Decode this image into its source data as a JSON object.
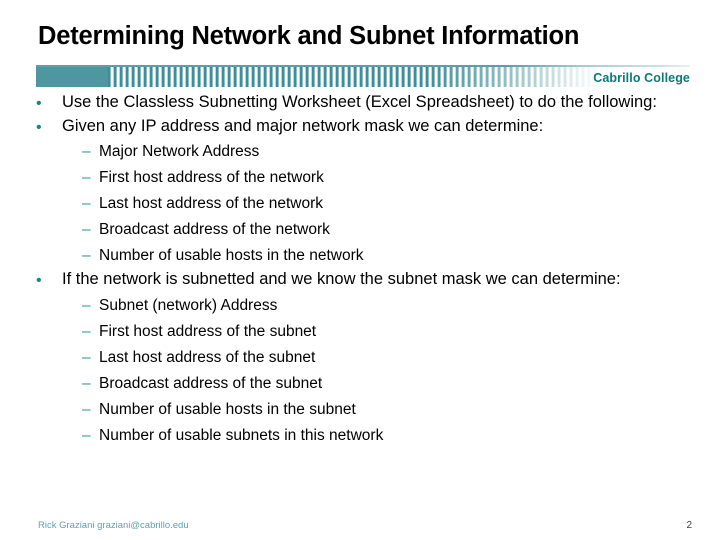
{
  "slide": {
    "title": "Determining Network and Subnet Information",
    "college": "Cabrillo College",
    "accent_color": "#4e96a0",
    "accent_dark": "#0d7a76",
    "bullet_color": "#16897f",
    "dash_color": "#2b9e92",
    "bullet_glyph": "•",
    "dash_glyph": "–",
    "content": [
      {
        "level": 1,
        "text": "Use the Classless Subnetting Worksheet (Excel Spreadsheet) to do the following:"
      },
      {
        "level": 1,
        "text": "Given any IP address and major network mask we can determine:"
      },
      {
        "level": 2,
        "text": "Major Network Address"
      },
      {
        "level": 2,
        "text": "First host address of the network"
      },
      {
        "level": 2,
        "text": "Last host address of the network"
      },
      {
        "level": 2,
        "text": "Broadcast address of the network"
      },
      {
        "level": 2,
        "text": "Number of usable hosts in the network"
      },
      {
        "level": 1,
        "text": "If the network is subnetted and we know the subnet mask we can determine:"
      },
      {
        "level": 2,
        "text": "Subnet (network) Address"
      },
      {
        "level": 2,
        "text": "First host address of the subnet"
      },
      {
        "level": 2,
        "text": "Last host address of the subnet"
      },
      {
        "level": 2,
        "text": "Broadcast address of the subnet"
      },
      {
        "level": 2,
        "text": "Number of usable hosts in the subnet"
      },
      {
        "level": 2,
        "text": "Number of usable subnets in this network"
      }
    ],
    "footer": {
      "credit": "Rick Graziani  graziani@cabrillo.edu",
      "page_number": "2"
    }
  }
}
